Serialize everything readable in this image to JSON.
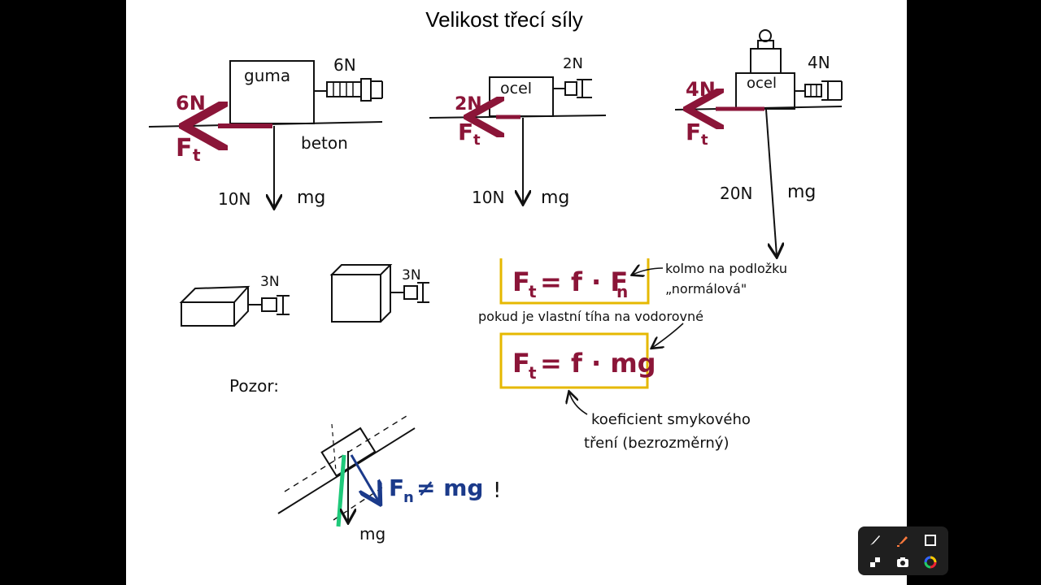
{
  "title": "Velikost třecí síly",
  "diagram1": {
    "block_label": "guma",
    "surface_label": "beton",
    "spring_force": "6N",
    "friction_value": "6N",
    "friction_symbol": "F",
    "friction_subscript": "t",
    "weight_value": "10N",
    "weight_label": "mg"
  },
  "diagram2": {
    "block_label": "ocel",
    "spring_force": "2N",
    "friction_value": "2N",
    "friction_symbol": "F",
    "friction_subscript": "t",
    "weight_value": "10N",
    "weight_label": "mg"
  },
  "diagram3": {
    "block_label": "ocel",
    "spring_force": "4N",
    "friction_value": "4N",
    "friction_symbol": "F",
    "friction_subscript": "t",
    "weight_value": "20N",
    "weight_label": "mg"
  },
  "boxes": {
    "flat_force": "3N",
    "cube_force": "3N"
  },
  "formula1": {
    "lhs": "F",
    "lhs_sub": "t",
    "rhs": "= f · F",
    "rhs_sub": "n"
  },
  "formula1_note_line1": "kolmo na podložku",
  "formula1_note_line2": "„normálová\"",
  "condition_text": "pokud je vlastní tíha na vodorovné",
  "formula2": {
    "lhs": "F",
    "lhs_sub": "t",
    "rhs": "= f · mg"
  },
  "coef_line1": "koeficient smykového",
  "coef_line2": "tření (bezrozměrný)",
  "warning_label": "Pozor:",
  "incline": {
    "normal_symbol": "F",
    "normal_sub": "n",
    "not_equal": "≠ mg",
    "exclaim": "!",
    "weight_label": "mg"
  },
  "colors": {
    "friction_red": "#8b1538",
    "highlight_yellow": "#e6b800",
    "normal_blue": "#1b3a8a",
    "weight_green": "#1fc97a"
  },
  "toolbar": {
    "icons": [
      "brush-icon",
      "highlighter-icon",
      "square-icon",
      "checker-icon",
      "camera-icon",
      "color-wheel-icon"
    ]
  }
}
